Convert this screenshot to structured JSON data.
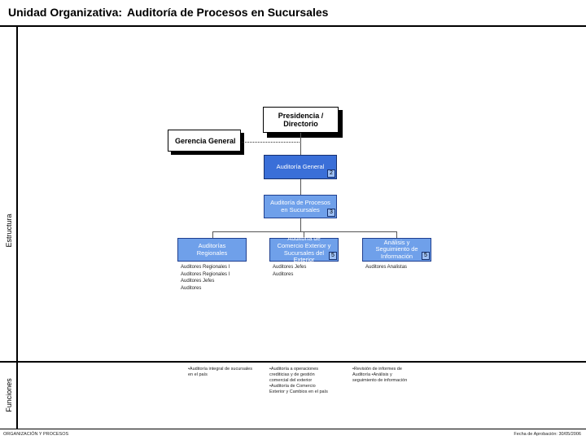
{
  "header": {
    "label": "Unidad Organizativa:",
    "unit_name": "Auditoría de Procesos en Sucursales"
  },
  "sidebar": {
    "structure_label": "Estructura",
    "functions_label": "Funciones"
  },
  "chart": {
    "top_box": "Presidencia / Directorio",
    "gerencia": "Gerencia General",
    "auditoria_general": {
      "label": "Auditoría General",
      "num": "2"
    },
    "procesos": {
      "label": "Auditoría de Procesos en Sucursales",
      "num": "3"
    },
    "children": [
      {
        "label": "Auditorías Regionales",
        "num": ""
      },
      {
        "label": "Auditoría de Comercio Exterior y Sucursales del Exterior",
        "num": "5"
      },
      {
        "label": "Análisis y Seguimiento de Información",
        "num": "5"
      }
    ],
    "roles": [
      [
        "Auditores Regionales I",
        "Auditores Regionales I",
        "Auditores Jefes",
        "Auditores"
      ],
      [
        "Auditores Jefes",
        "Auditores"
      ],
      [
        "Auditores Analistas"
      ]
    ]
  },
  "functions": [
    "•Auditoría integral de sucursales en el país",
    "•Auditoría a operaciones crediticias y de gestión comercial del exterior •Auditoría de Comercio Exterior y Cambios en el país",
    "•Revisión de informes de Auditoría •Análisis y seguimiento de información"
  ],
  "footer": {
    "left": "ORGANIZACIÓN Y PROCESOS",
    "right": "Fecha de Aprobación: 30/05/2006"
  },
  "colors": {
    "box_fill": "#6fa0ea",
    "box_dark": "#3a6fd8",
    "border": "#1f3f8f"
  }
}
